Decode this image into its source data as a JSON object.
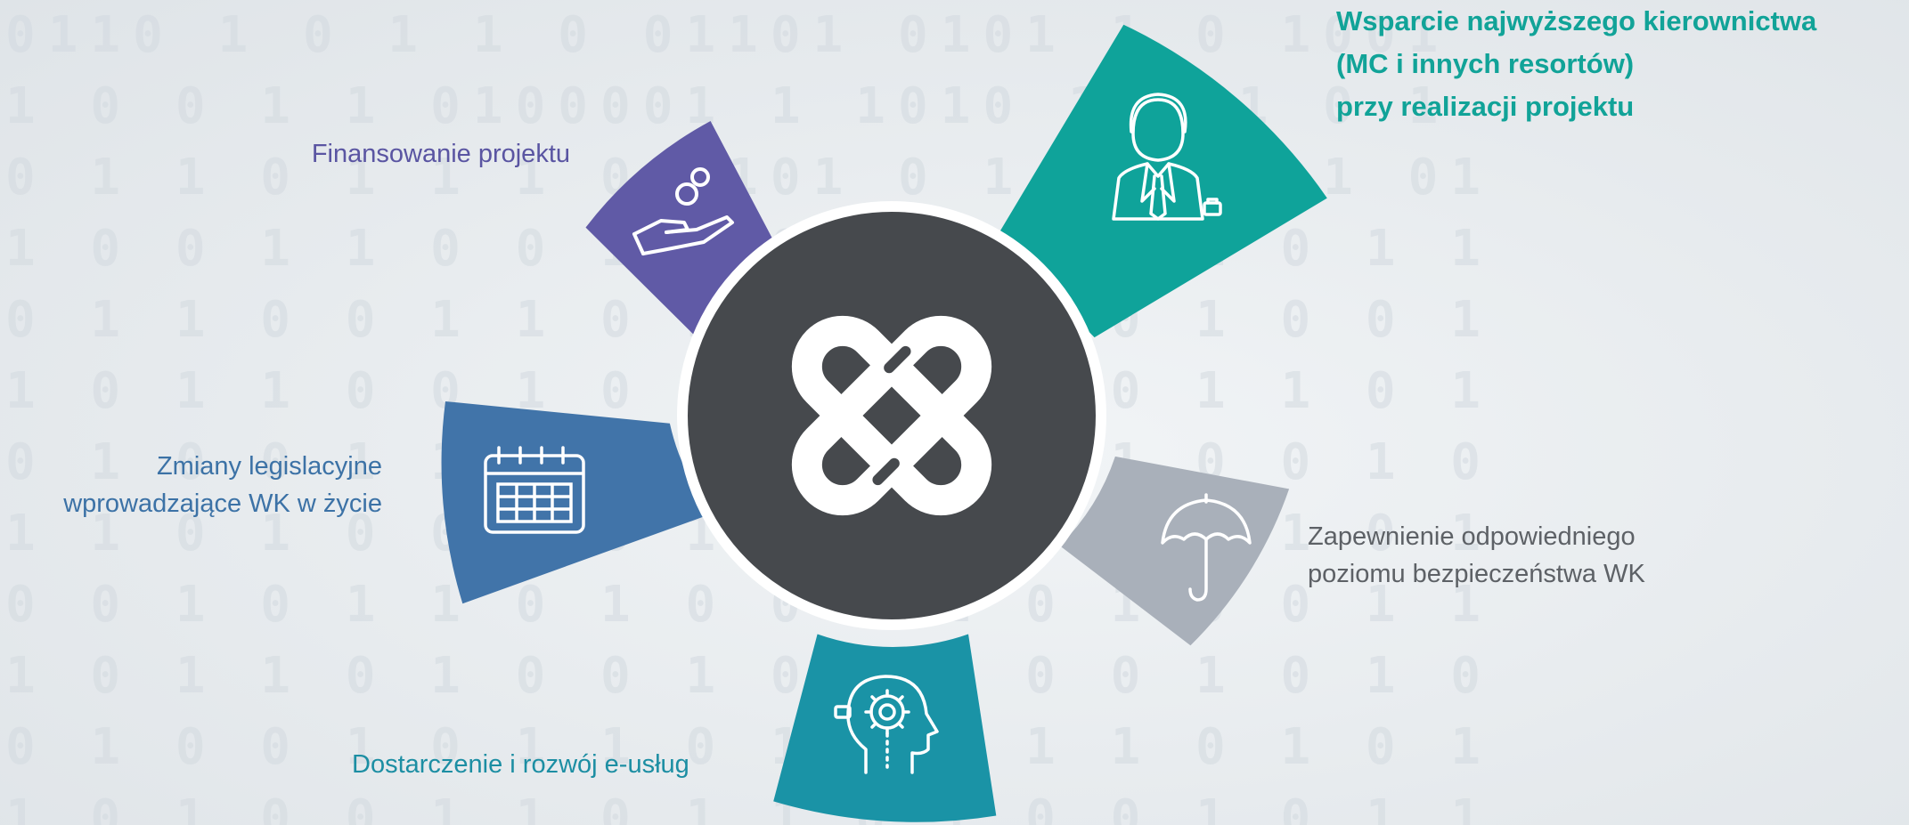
{
  "background": {
    "pattern": "binary-digits",
    "lines": [
      "0110 1 0 1 1 0 01101 0101 1 0 1001",
      "1 0 0 1 1 0100001 1 1010 1 101 0 1",
      "0 1 1 0 1 1 1 0 1101 0 1 0 0 1 1 01",
      "1 0 0 1 1 0 0 1 1 0 1 0 0 1 1 0 1 1",
      "0 1 1 0 0 1 1 0 1 0 0 1 1 0 1 0 0 1",
      "1 0 1 1 0 0 1 0 1 1 0 1 0 0 1 1 0 1",
      "0 1 0 0 1 1 0 1 0 0 1 0 1 1 0 0 1 0",
      "1 1 0 1 0 0 1 0 1 1 0 0 1 0 1 1 0 1",
      "0 0 1 0 1 1 0 1 0 0 1 1 0 1 0 0 1 1",
      "1 0 1 1 0 1 0 0 1 0 1 1 0 0 1 0 1 0",
      "0 1 0 0 1 0 1 1 0 1 0 0 1 1 0 1 0 1",
      "1 0 1 0 0 1 1 0 1 1 0 1 0 0 1 0 1 1"
    ]
  },
  "colors": {
    "hub": "#46494d",
    "hub_border": "#ffffff",
    "funding": "#605aa6",
    "support": "#0fa39a",
    "legislation": "#4174a9",
    "security": "#a9b0ba",
    "eservices": "#1a93a6",
    "icon": "#ffffff"
  },
  "hub": {
    "icon": "interlocking-links-icon"
  },
  "segments": [
    {
      "id": "funding",
      "label": "Finansowanie projektu",
      "icon": "hand-coins-icon"
    },
    {
      "id": "support",
      "lines": [
        "Wsparcie najwyższego kierownictwa",
        "(MC i innych resortów)",
        "przy realizacji projektu"
      ],
      "icon": "businessman-icon"
    },
    {
      "id": "legislation",
      "lines": [
        "Zmiany legislacyjne",
        "wprowadzające WK w życie"
      ],
      "icon": "calendar-icon"
    },
    {
      "id": "security",
      "lines": [
        "Zapewnienie odpowiedniego",
        "poziomu bezpieczeństwa WK"
      ],
      "icon": "umbrella-icon"
    },
    {
      "id": "eservices",
      "label": "Dostarczenie i rozwój e-usług",
      "icon": "head-gear-icon"
    }
  ]
}
